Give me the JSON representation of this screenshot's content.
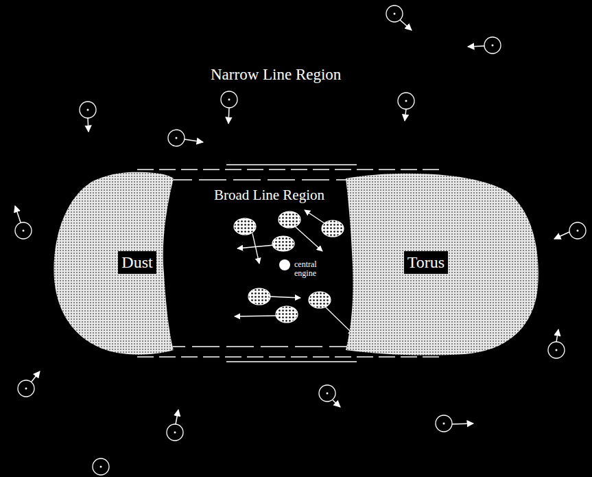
{
  "diagram": {
    "nodes": [
      {
        "text": [
          "Dust"
        ]
      },
      {
        "text": [
          "Torus"
        ]
      }
    ],
    "labels": [
      "Narrow Line Region",
      "Broad Line Region",
      "central engine"
    ]
  }
}
